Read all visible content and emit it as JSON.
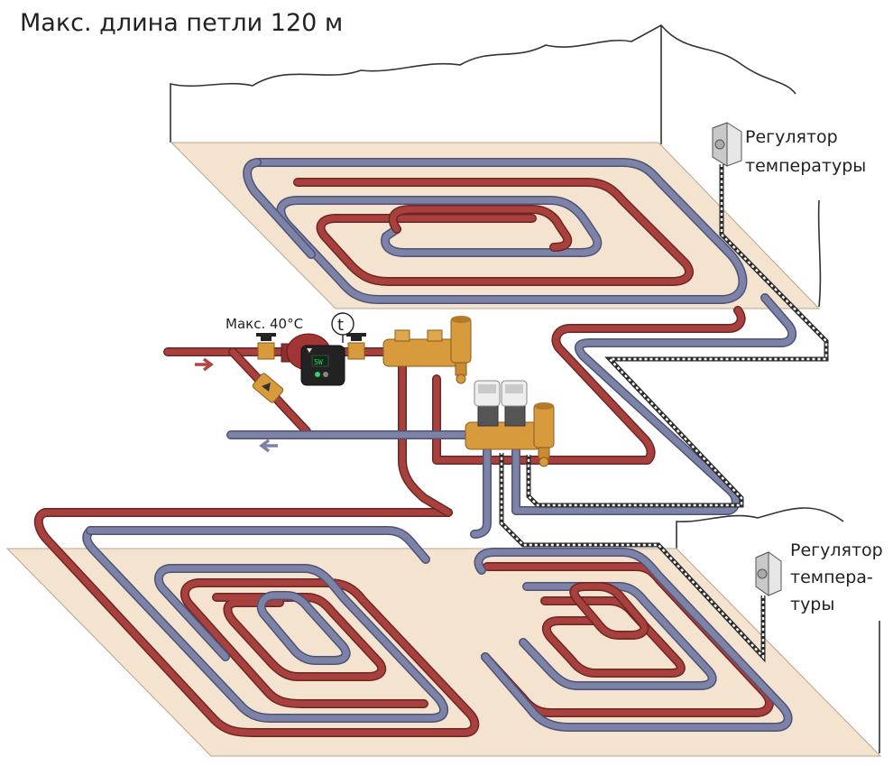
{
  "title": "Макс. длина петли 120 м",
  "pump_label": "Макс. 40°C",
  "thermo_symbol": "t",
  "regulator_upper": {
    "line1": "Регулятор",
    "line2": "температуры"
  },
  "regulator_lower": {
    "line1": "Регулятор",
    "line2": "темпера-",
    "line3": "туры"
  },
  "colors": {
    "supply_pipe": "#a8413e",
    "return_pipe": "#7d83a6",
    "floor_panel": "#f3e3cf",
    "wire": "#2b2b2b",
    "brass": "#d79a3c"
  },
  "icons": [
    "pump-icon",
    "valve-icon",
    "thermostat-icon",
    "manifold-icon",
    "arrow-icon"
  ]
}
